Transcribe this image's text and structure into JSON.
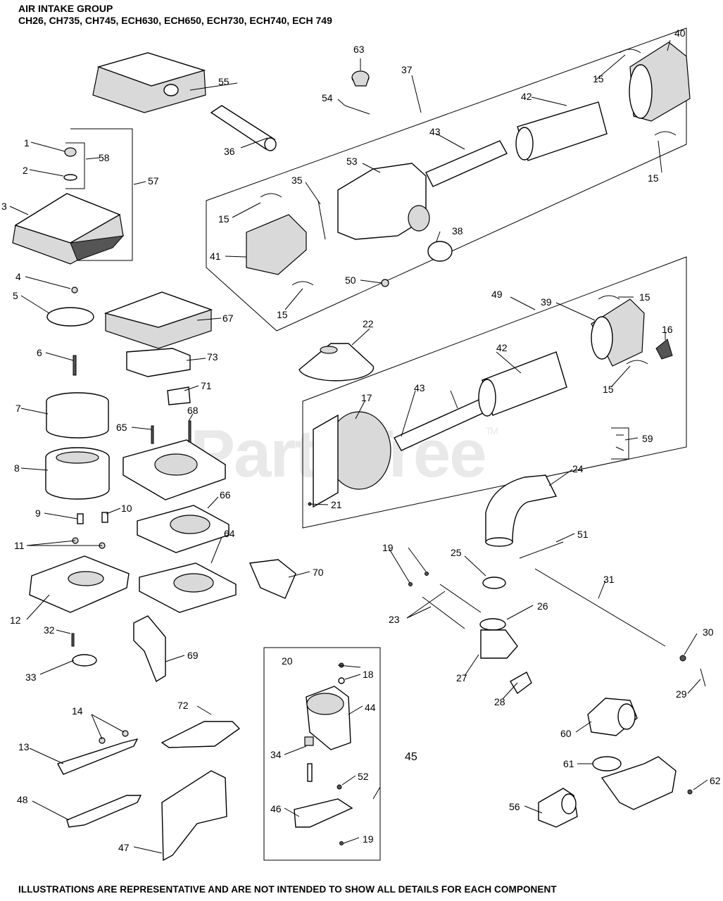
{
  "header": {
    "title_line1": "AIR INTAKE GROUP",
    "title_line2": "CH26, CH735, CH745, ECH630, ECH650, ECH730, ECH740, ECH 749"
  },
  "watermark": "PartsTree",
  "footer": "ILLUSTRATIONS ARE REPRESENTATIVE AND ARE NOT INTENDED TO SHOW ALL DETAILS FOR EACH COMPONENT",
  "callouts": {
    "n1": "1",
    "n2": "2",
    "n3": "3",
    "n4": "4",
    "n5": "5",
    "n6": "6",
    "n7": "7",
    "n8": "8",
    "n9": "9",
    "n10": "10",
    "n11": "11",
    "n12": "12",
    "n13": "13",
    "n14": "14",
    "n15a": "15",
    "n15b": "15",
    "n15c": "15",
    "n15d": "15",
    "n15e": "15",
    "n15f": "15",
    "n16": "16",
    "n17": "17",
    "n18": "18",
    "n19a": "19",
    "n19b": "19",
    "n20": "20",
    "n21": "21",
    "n22": "22",
    "n23": "23",
    "n24": "24",
    "n25": "25",
    "n26": "26",
    "n27": "27",
    "n28": "28",
    "n29": "29",
    "n30": "30",
    "n31": "31",
    "n32": "32",
    "n33": "33",
    "n34": "34",
    "n35": "35",
    "n36": "36",
    "n37": "37",
    "n38": "38",
    "n39": "39",
    "n40": "40",
    "n41": "41",
    "n42a": "42",
    "n42b": "42",
    "n43a": "43",
    "n43b": "43",
    "n44": "44",
    "n45": "45",
    "n46": "46",
    "n47": "47",
    "n48": "48",
    "n49": "49",
    "n50": "50",
    "n51": "51",
    "n52": "52",
    "n53": "53",
    "n54": "54",
    "n55": "55",
    "n56": "56",
    "n57": "57",
    "n58": "58",
    "n59": "59",
    "n60": "60",
    "n61": "61",
    "n62": "62",
    "n63": "63",
    "n64": "64",
    "n65": "65",
    "n66": "66",
    "n67": "67",
    "n68": "68",
    "n69": "69",
    "n70": "70",
    "n71": "71",
    "n72": "72",
    "n73": "73"
  }
}
